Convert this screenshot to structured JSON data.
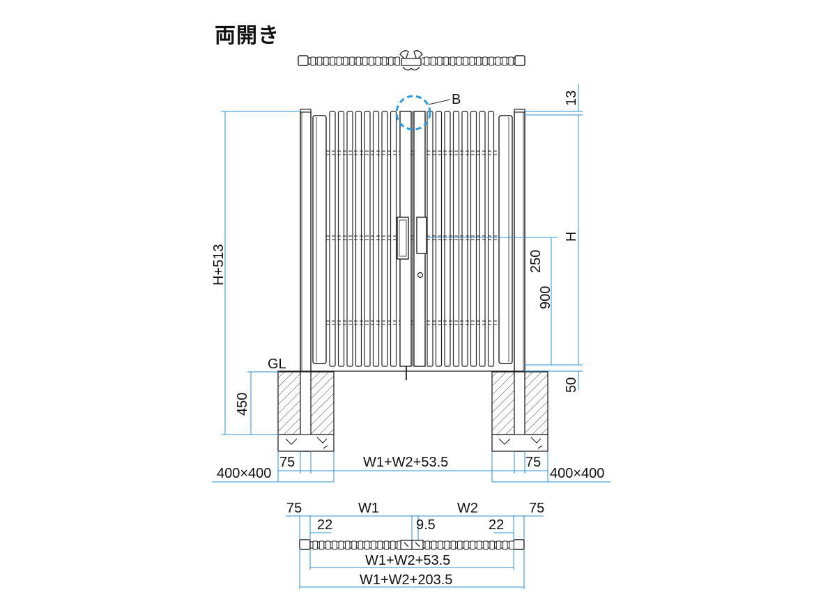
{
  "title": "両開き",
  "colors": {
    "dimension_line": "#2f8fd0",
    "outline": "#222222",
    "detail_marker": "#2e9bdc"
  },
  "labels": {
    "detail_b": "B",
    "ground_level": "GL",
    "dim_top_gap": "13",
    "dim_height": "H",
    "dim_total_height": "H+513",
    "dim_handle_offset": "250",
    "dim_handle_height": "900",
    "dim_bottom_gap": "50",
    "dim_foundation_depth": "450",
    "dim_post_left": "75",
    "dim_post_right": "75",
    "dim_span_front": "W1+W2+53.5",
    "foundation_size_left": "400×400",
    "foundation_size_right": "400×400",
    "plan_post_left": "75",
    "plan_post_right": "75",
    "plan_leaf_1": "W1",
    "plan_leaf_2": "W2",
    "plan_gap_left": "22",
    "plan_gap_center": "9.5",
    "plan_gap_right": "22",
    "plan_span_inner": "W1+W2+53.5",
    "plan_span_outer": "W1+W2+203.5"
  }
}
